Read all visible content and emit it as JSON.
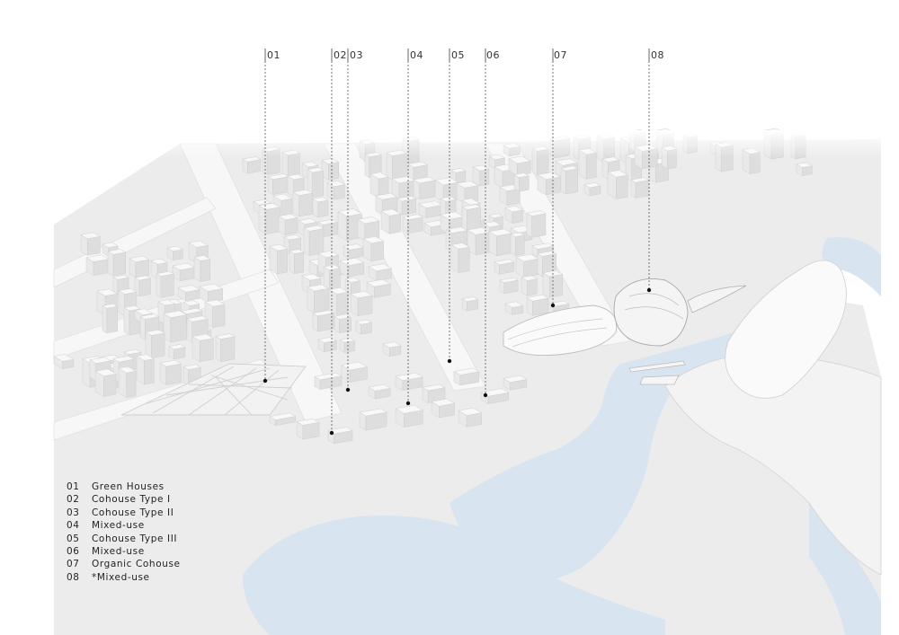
{
  "callouts": [
    {
      "id": "01",
      "label": "01"
    },
    {
      "id": "02",
      "label": "02"
    },
    {
      "id": "03",
      "label": "03"
    },
    {
      "id": "04",
      "label": "04"
    },
    {
      "id": "05",
      "label": "05"
    },
    {
      "id": "06",
      "label": "06"
    },
    {
      "id": "07",
      "label": "07"
    },
    {
      "id": "08",
      "label": "08"
    }
  ],
  "legend": [
    {
      "code": "01",
      "label": "Green Houses"
    },
    {
      "code": "02",
      "label": "Cohouse Type I"
    },
    {
      "code": "03",
      "label": "Cohouse Type II"
    },
    {
      "code": "04",
      "label": "Mixed-use"
    },
    {
      "code": "05",
      "label": "Cohouse Type III"
    },
    {
      "code": "06",
      "label": "Mixed-use"
    },
    {
      "code": "07",
      "label": "Organic Cohouse"
    },
    {
      "code": "08",
      "label": "*Mixed-use"
    }
  ],
  "colors": {
    "water": "#d9e4f1",
    "ground": "#ececec",
    "road": "#f7f7f7",
    "building_top": "#f8f8f8",
    "building_side": "#dedede",
    "leader_line": "#555555"
  }
}
